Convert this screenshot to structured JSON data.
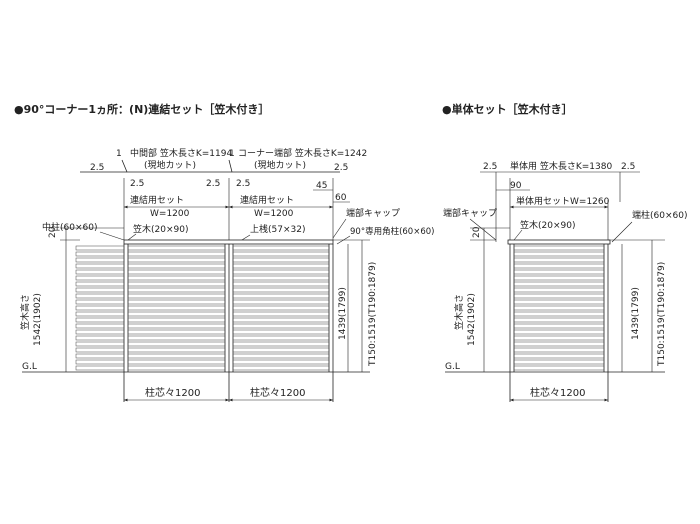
{
  "diagrams": {
    "left": {
      "title": "●90°コーナー1ヵ所：(N)連結セット［笠木付き］",
      "labels": {
        "gap_left": "1",
        "mid_note": "中間部 笠木長さK=1194",
        "site_cut_1": "(現地カット)",
        "gap_right": "1",
        "corner_note": "コーナー端部 笠木長さK=1242",
        "site_cut_2": "(現地カット)",
        "dim_25_a": "2.5",
        "dim_25_b": "2.5",
        "dim_25_c": "2.5",
        "dim_25_d": "2.5",
        "dim_25_e": "2.5",
        "dim_45": "45",
        "dim_60": "60",
        "set_1": "連結用セット",
        "w_1": "W=1200",
        "set_2": "連結用セット",
        "w_2": "W=1200",
        "end_cap": "端部キャップ",
        "mid_post": "中柱(60×60)",
        "kasagi": "笠木(20×90)",
        "upper_rail": "上桟(57×32)",
        "corner_post": "90°専用角柱(60×60)",
        "dim_20": "20",
        "height_label": "笠木高さ",
        "height_value": "1542(1902)",
        "panel_height": "1439(1799)",
        "post_type": "T150:1519(T190:1879)",
        "gl": "G.L",
        "pitch_1": "柱芯々1200",
        "pitch_2": "柱芯々1200"
      }
    },
    "right": {
      "title": "●単体セット［笠木付き］",
      "labels": {
        "dim_25_a": "2.5",
        "single_note": "単体用 笠木長さK=1380",
        "dim_25_b": "2.5",
        "dim_90": "90",
        "set_w": "単体用セットW=1260",
        "end_cap": "端部キャップ",
        "kasagi": "笠木(20×90)",
        "end_post": "端柱(60×60)",
        "dim_20": "20",
        "height_label": "笠木高さ",
        "height_value": "1542(1902)",
        "panel_height": "1439(1799)",
        "post_type": "T150:1519(T190:1879)",
        "gl": "G.L",
        "pitch": "柱芯々1200"
      }
    }
  }
}
